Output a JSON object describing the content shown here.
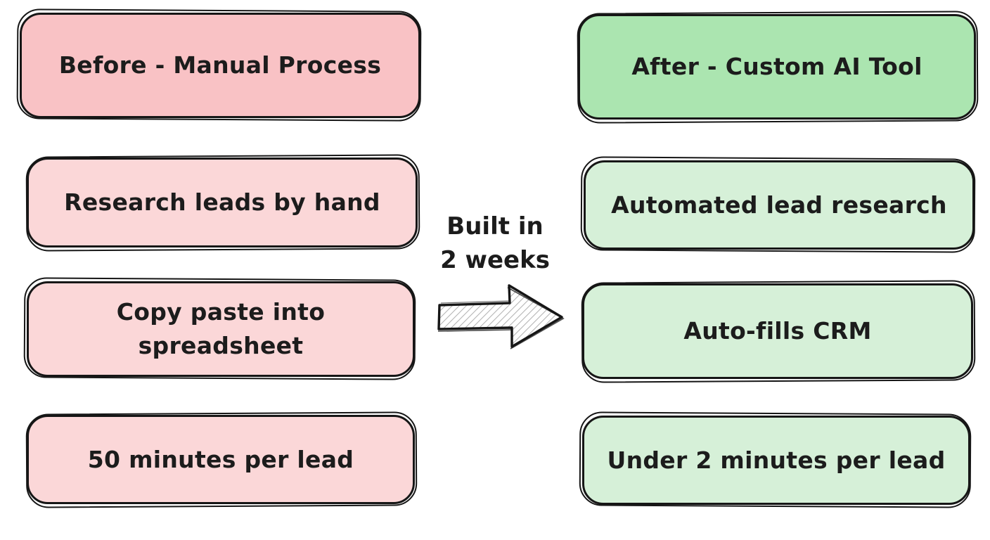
{
  "diagram": {
    "before": {
      "header": "Before - Manual Process",
      "items": [
        "Research leads by hand",
        "Copy paste into spreadsheet",
        "50 minutes per lead"
      ]
    },
    "after": {
      "header": "After - Custom AI Tool",
      "items": [
        "Automated lead research",
        "Auto-fills CRM",
        "Under 2 minutes per lead"
      ]
    },
    "connector": {
      "line1": "Built in",
      "line2": "2 weeks",
      "arrow": "right-arrow"
    },
    "colors": {
      "before_header_fill": "#f9c2c5",
      "before_item_fill": "#fbd7d8",
      "after_header_fill": "#abe5b0",
      "after_item_fill": "#d6f0d8",
      "outline": "#161616",
      "text": "#1c1c1c",
      "background": "#ffffff",
      "arrow_hatch": "#b5b5b5"
    }
  }
}
